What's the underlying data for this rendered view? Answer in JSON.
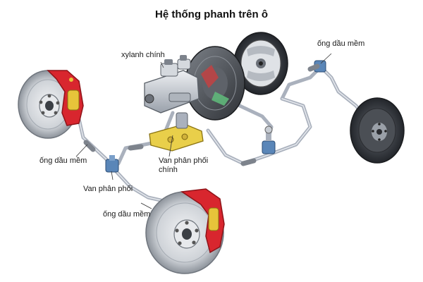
{
  "title": "Hệ thống phanh trên ô",
  "labels": {
    "master_cylinder": "xylanh chính",
    "hose_top_right": "ống dầu mềm",
    "hose_left": "ống dầu mềm",
    "proportioning_valve": "Van phân phối",
    "hose_bottom": "ống dầu mềm",
    "main_valve_line1": "Van phân phối",
    "main_valve_line2": "chính"
  },
  "colors": {
    "caliper": "#d8262e",
    "disc": "#cfd3d8",
    "tube": "#b9bfca",
    "valve": "#e9cf4a",
    "fitting": "#5a86b8",
    "booster": "#4d5157"
  },
  "parts": [
    "disc-brake-front-left",
    "disc-brake-front-right",
    "drum-brake-rear-left",
    "drum-brake-rear-right",
    "master-cylinder",
    "brake-booster",
    "main-proportioning-valve"
  ]
}
